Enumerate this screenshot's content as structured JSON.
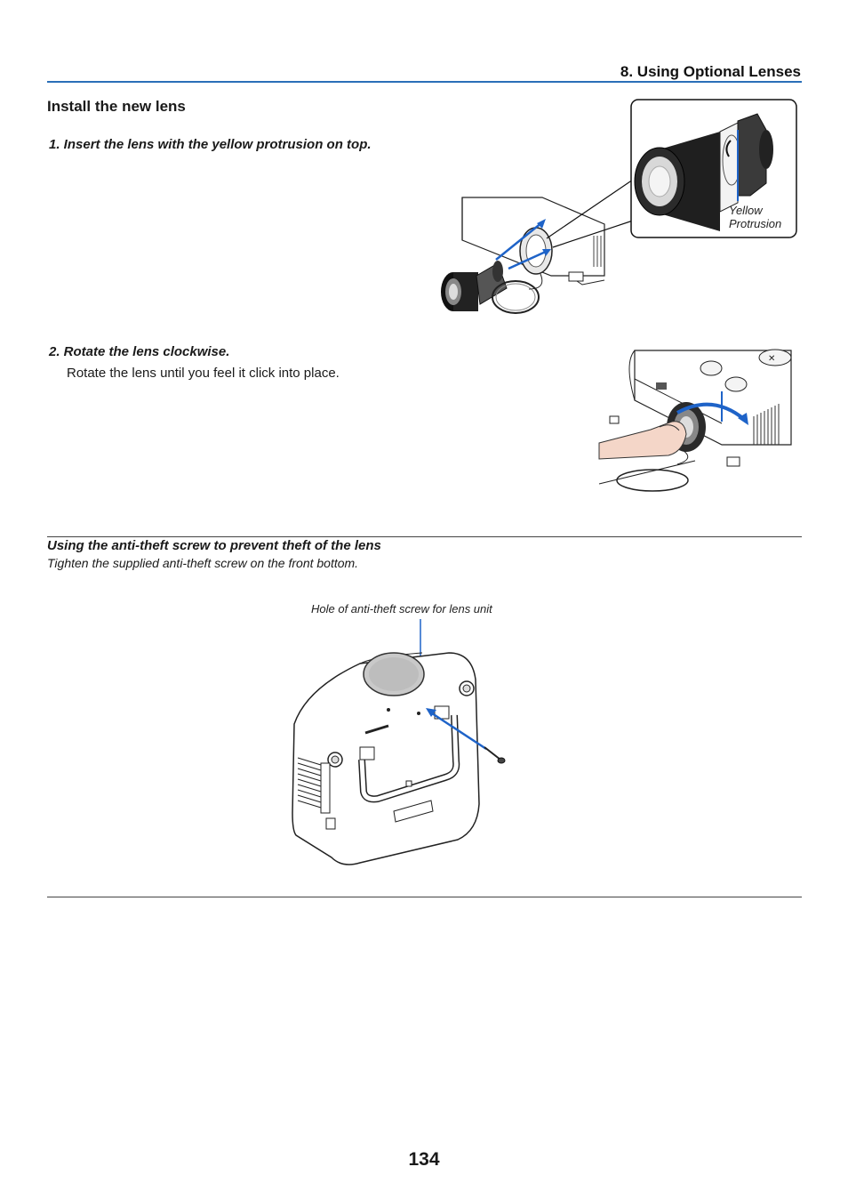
{
  "header": {
    "chapter_title": "8. Using Optional Lenses"
  },
  "section": {
    "title": "Install the new lens"
  },
  "steps": [
    {
      "title": "1.  Insert the lens with the yellow protrusion on top.",
      "body": ""
    },
    {
      "title": "2.  Rotate the lens clockwise.",
      "body": "Rotate the lens until you feel it click into place."
    }
  ],
  "figures": {
    "lens_insert": {
      "callout_line1": "Yellow",
      "callout_line2": "Protrusion"
    },
    "antitheft": {
      "callout": "Hole of anti-theft screw for lens unit"
    }
  },
  "note": {
    "title": "Using the anti-theft screw to prevent theft of the lens",
    "body": "Tighten the supplied anti-theft screw on the front bottom."
  },
  "page_number": "134",
  "colors": {
    "accent": "#2a6fb8",
    "arrow": "#1e63c8"
  }
}
